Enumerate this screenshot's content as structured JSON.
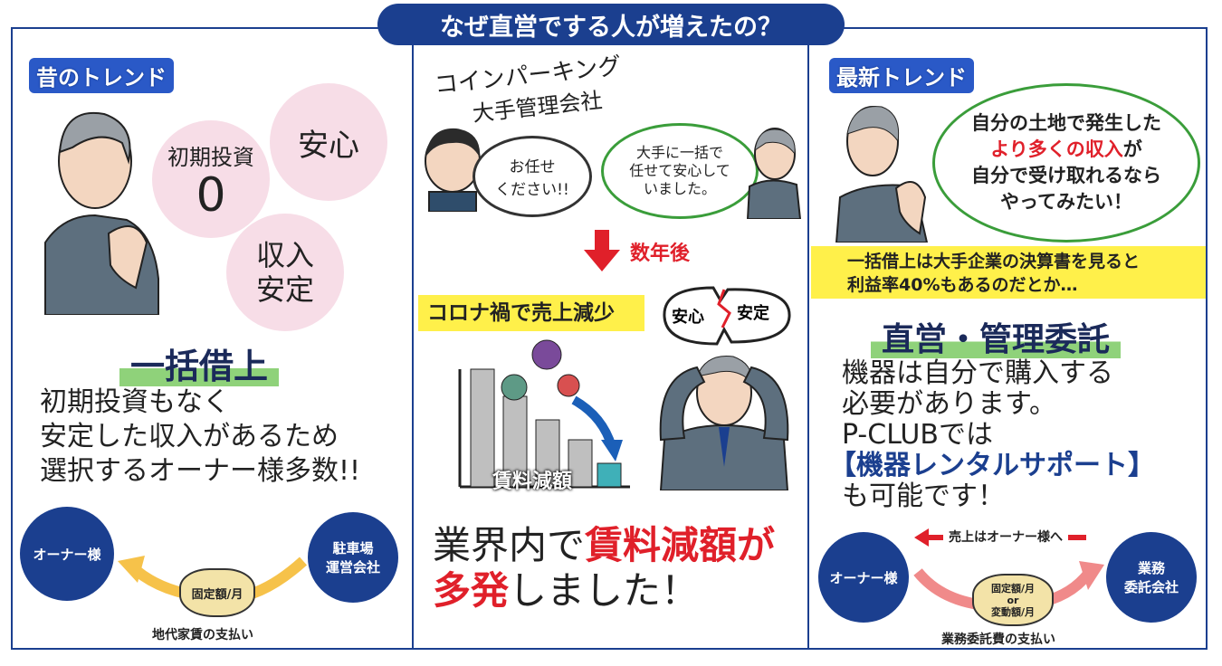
{
  "banner": {
    "title": "なぜ直営でする人が増えたの？"
  },
  "left": {
    "heading": "昔のトレンド",
    "bubbles": {
      "initial_top": "初期投資",
      "initial_value": "0",
      "anshin": "安心",
      "income": "収入\n安定"
    },
    "section_title": "一括借上",
    "body": [
      "初期投資もなく",
      "安定した収入があるため",
      "選択するオーナー様多数!!"
    ],
    "diagram": {
      "owner": "オーナー様",
      "operator": "駐車場\n運営会社",
      "bag": "固定額/月",
      "caption": "地代家賃の支払い"
    }
  },
  "middle": {
    "company_line1": "コインパーキング",
    "company_line2": "大手管理会社",
    "speech_company": "お任せ\nください!!",
    "speech_owner": "大手に一括で\n任せて安心して\nいました。",
    "years_later": "数年後",
    "corona": "コロナ禍で売上減少",
    "broken_words": [
      "安心",
      "安定"
    ],
    "chart_label": "賃料減額",
    "conclusion_1_normal": "業界内で",
    "conclusion_1_red": "賃料減額が",
    "conclusion_2_red": "多発",
    "conclusion_2_normal": "しました！"
  },
  "right": {
    "heading": "最新トレンド",
    "speech_line1": "自分の土地で発生した",
    "speech_line2_red": "より多くの収入",
    "speech_line2_after": "が",
    "speech_line3": "自分で受け取れるなら",
    "speech_line4": "やってみたい！",
    "yellow_line1": "一括借上は大手企業の決算書を見ると",
    "yellow_line2": "利益率40%もあるのだとか…",
    "section_title": "直営・管理委託",
    "body_lines": [
      "機器は自分で購入する",
      "必要があります。",
      "P-CLUBでは"
    ],
    "body_highlight": "【機器レンタルサポート】",
    "body_last": "も可能です！",
    "diagram": {
      "arrow_label": "売上はオーナー様へ",
      "owner": "オーナー様",
      "company": "業務\n委託会社",
      "bag": "固定額/月\nor\n変動額/月",
      "caption": "業務委託費の支払い"
    }
  }
}
